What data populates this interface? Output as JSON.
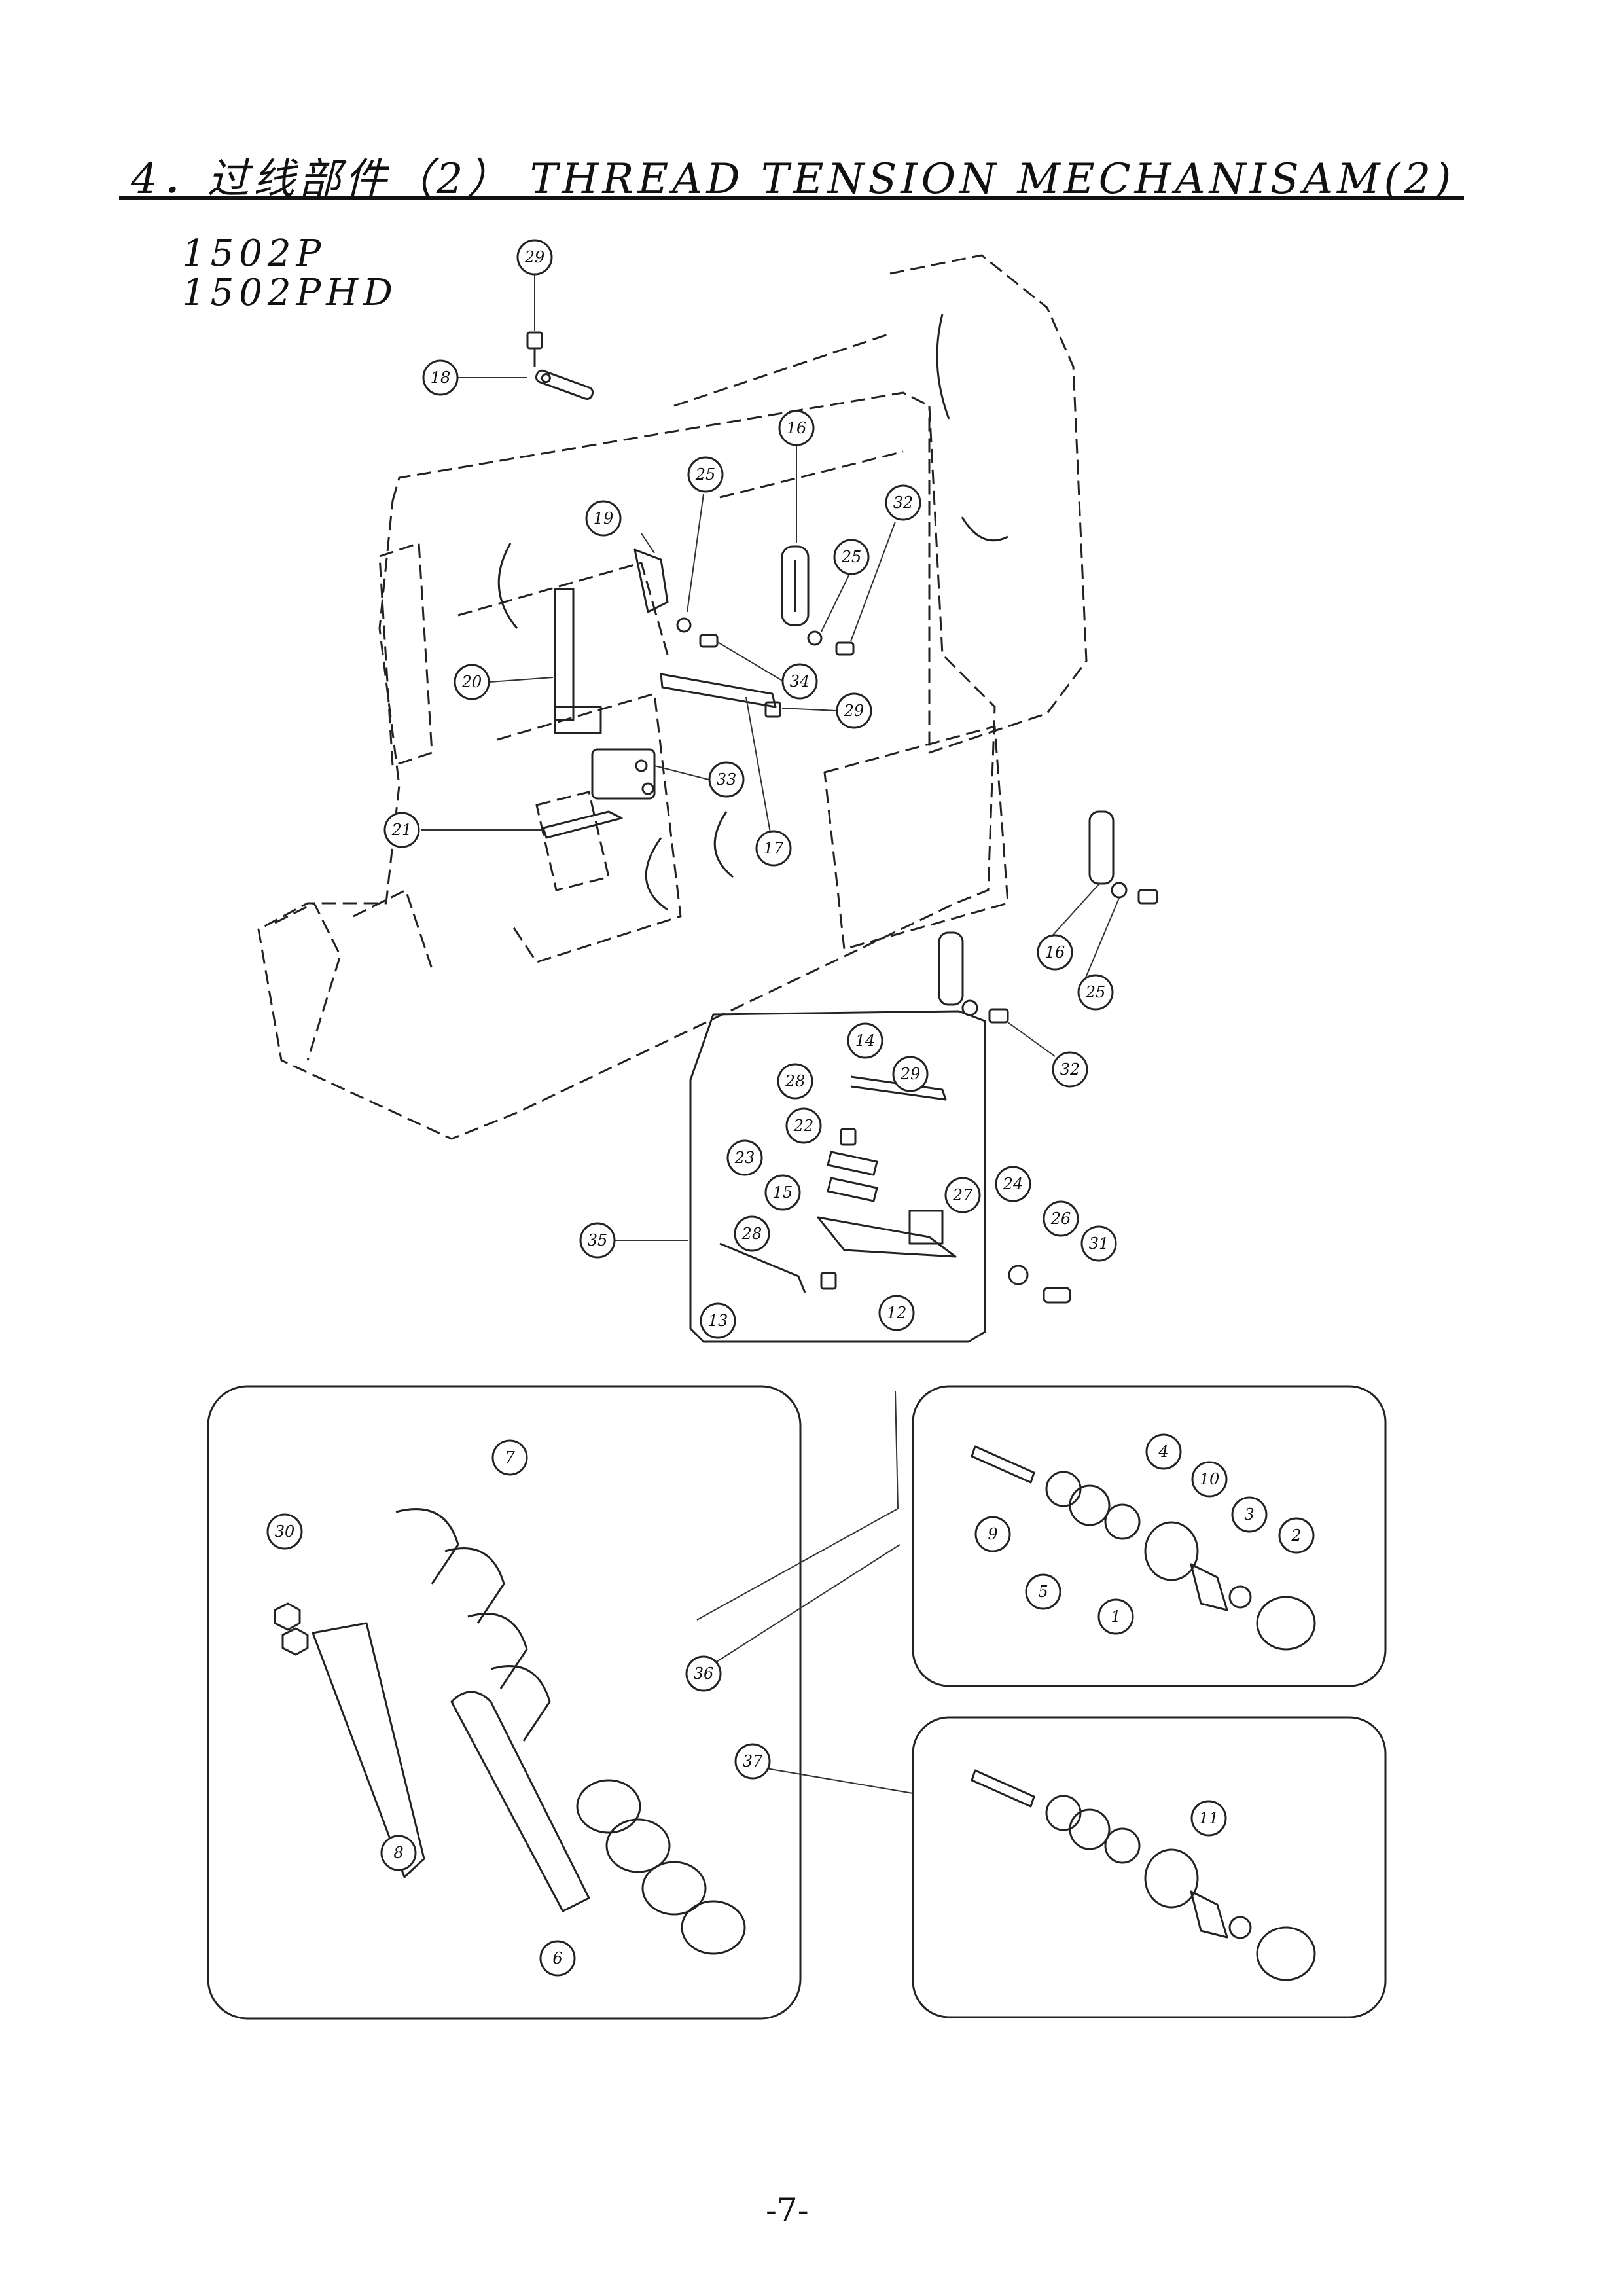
{
  "header": {
    "title": "4．过线部件（2） THREAD TENSION MECHANISAM(2)",
    "models": [
      "1502P",
      "1502PHD"
    ]
  },
  "callouts": [
    "29",
    "18",
    "16",
    "25",
    "32",
    "19",
    "25",
    "20",
    "34",
    "29",
    "33",
    "21",
    "17",
    "16",
    "25",
    "32",
    "14",
    "28",
    "29",
    "22",
    "23",
    "15",
    "27",
    "24",
    "26",
    "31",
    "35",
    "28",
    "13",
    "12",
    "7",
    "30",
    "36",
    "37",
    "8",
    "6",
    "4",
    "10",
    "9",
    "3",
    "2",
    "5",
    "1",
    "11"
  ],
  "page_number": "-7-"
}
